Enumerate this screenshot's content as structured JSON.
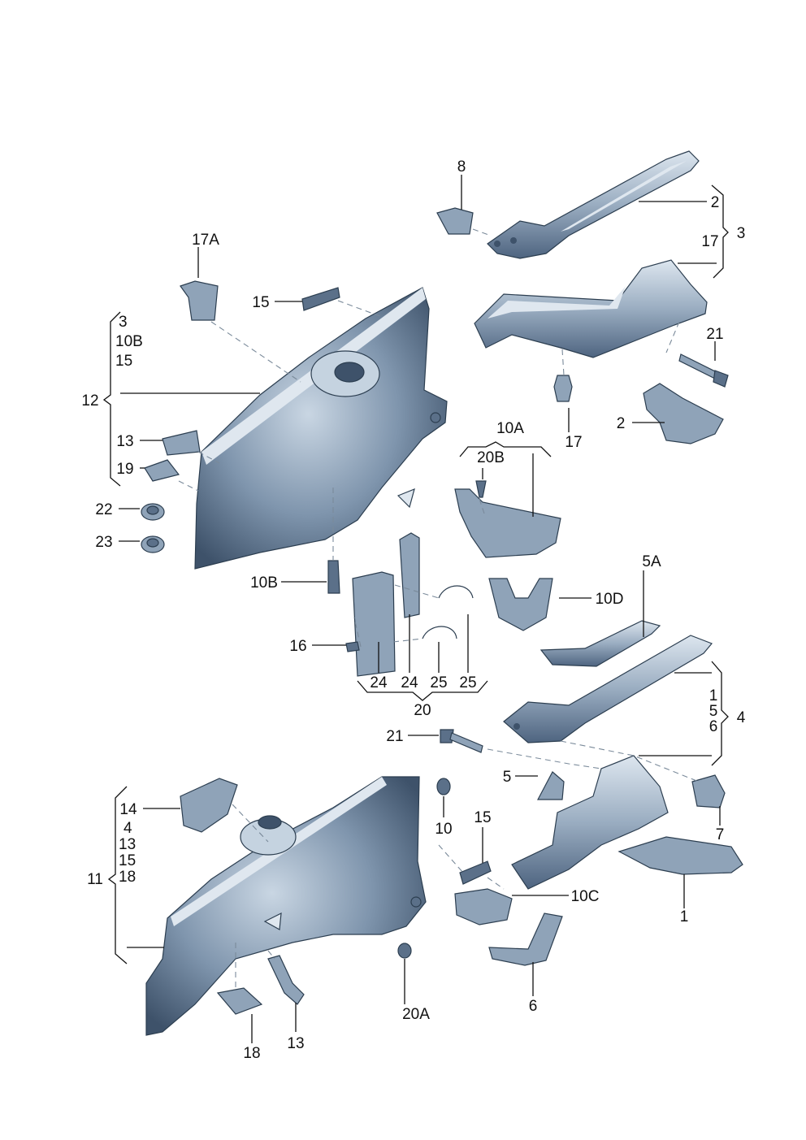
{
  "diagram": {
    "labels": [
      {
        "id": "8",
        "text": "8"
      },
      {
        "id": "2a",
        "text": "2"
      },
      {
        "id": "3a",
        "text": "3"
      },
      {
        "id": "17a",
        "text": "17"
      },
      {
        "id": "17A",
        "text": "17A"
      },
      {
        "id": "15a",
        "text": "15"
      },
      {
        "id": "21a",
        "text": "21"
      },
      {
        "id": "g12_3",
        "text": "3"
      },
      {
        "id": "g12_10B",
        "text": "10B"
      },
      {
        "id": "g12_15",
        "text": "15"
      },
      {
        "id": "12",
        "text": "12"
      },
      {
        "id": "13a",
        "text": "13"
      },
      {
        "id": "19",
        "text": "19"
      },
      {
        "id": "17b",
        "text": "17"
      },
      {
        "id": "2b",
        "text": "2"
      },
      {
        "id": "10A",
        "text": "10A"
      },
      {
        "id": "20B",
        "text": "20B"
      },
      {
        "id": "22",
        "text": "22"
      },
      {
        "id": "23",
        "text": "23"
      },
      {
        "id": "5A",
        "text": "5A"
      },
      {
        "id": "10B",
        "text": "10B"
      },
      {
        "id": "10D",
        "text": "10D"
      },
      {
        "id": "16",
        "text": "16"
      },
      {
        "id": "24a",
        "text": "24"
      },
      {
        "id": "24b",
        "text": "24"
      },
      {
        "id": "25a",
        "text": "25"
      },
      {
        "id": "25b",
        "text": "25"
      },
      {
        "id": "20",
        "text": "20"
      },
      {
        "id": "g4_1",
        "text": "1"
      },
      {
        "id": "g4_5",
        "text": "5"
      },
      {
        "id": "g4_6",
        "text": "6"
      },
      {
        "id": "4",
        "text": "4"
      },
      {
        "id": "21b",
        "text": "21"
      },
      {
        "id": "5",
        "text": "5"
      },
      {
        "id": "7",
        "text": "7"
      },
      {
        "id": "14",
        "text": "14"
      },
      {
        "id": "g11_4",
        "text": "4"
      },
      {
        "id": "g11_13",
        "text": "13"
      },
      {
        "id": "g11_15",
        "text": "15"
      },
      {
        "id": "g11_18",
        "text": "18"
      },
      {
        "id": "11",
        "text": "11"
      },
      {
        "id": "15b",
        "text": "15"
      },
      {
        "id": "10",
        "text": "10"
      },
      {
        "id": "10C",
        "text": "10C"
      },
      {
        "id": "1",
        "text": "1"
      },
      {
        "id": "6",
        "text": "6"
      },
      {
        "id": "20A",
        "text": "20A"
      },
      {
        "id": "18",
        "text": "18"
      },
      {
        "id": "13b",
        "text": "13"
      }
    ]
  },
  "colors": {
    "part_fill": "#8fa3b8",
    "part_dark": "#5b7089",
    "part_highlight": "#dfe7ef",
    "outline": "#2c3e50",
    "text": "#111111"
  }
}
